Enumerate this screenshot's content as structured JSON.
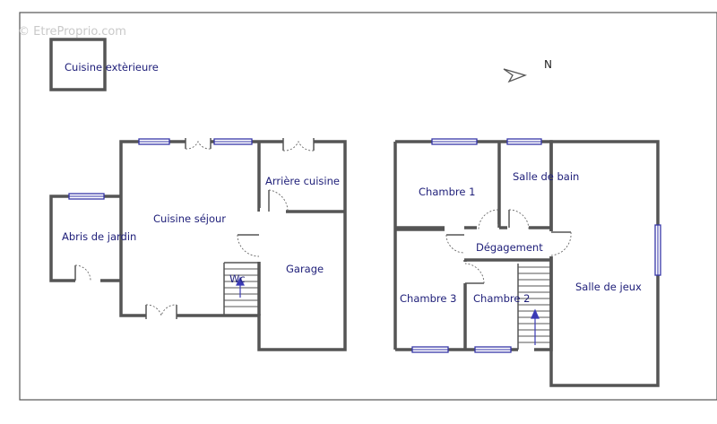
{
  "watermark": "© EtreProprio.com",
  "compass": {
    "label": "N",
    "icon": "north-arrow-icon"
  },
  "rooms": {
    "cuisine_exterieure": "Cuisine extèrieure",
    "abris_jardin": "Abris de jardin",
    "cuisine_sejour": "Cuisine séjour",
    "arriere_cuisine": "Arrière cuisine",
    "wc": "Wc",
    "garage": "Garage",
    "chambre_1": "Chambre 1",
    "salle_de_bain": "Salle de bain",
    "degagement": "Dégagement",
    "chambre_3": "Chambre 3",
    "chambre_2": "Chambre 2",
    "salle_de_jeux": "Salle de jeux"
  },
  "colors": {
    "walls": "#555555",
    "labels": "#20207a",
    "windows": "#3535a8"
  }
}
